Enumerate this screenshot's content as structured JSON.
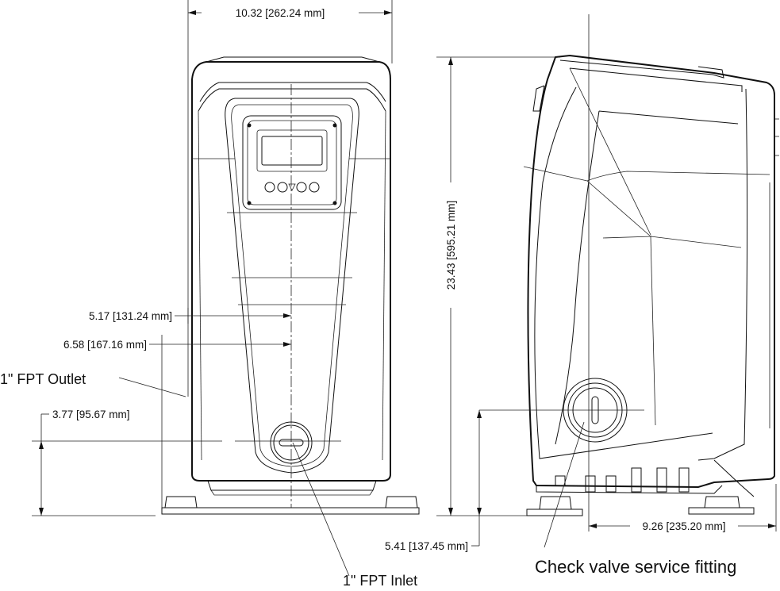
{
  "dimensions": {
    "overall_width": "10.32 [262.24 mm]",
    "overall_height": "23.43 [595.21 mm]",
    "outlet_offset_1": "5.17 [131.24 mm]",
    "outlet_offset_2": "6.58 [167.16 mm]",
    "outlet_height": "3.77 [95.67 mm]",
    "side_inlet_height": "5.41 [137.45 mm]",
    "depth": "9.26 [235.20 mm]"
  },
  "callouts": {
    "outlet": "1\" FPT Outlet",
    "inlet": "1\" FPT Inlet",
    "check_valve": "Check valve service fitting"
  }
}
